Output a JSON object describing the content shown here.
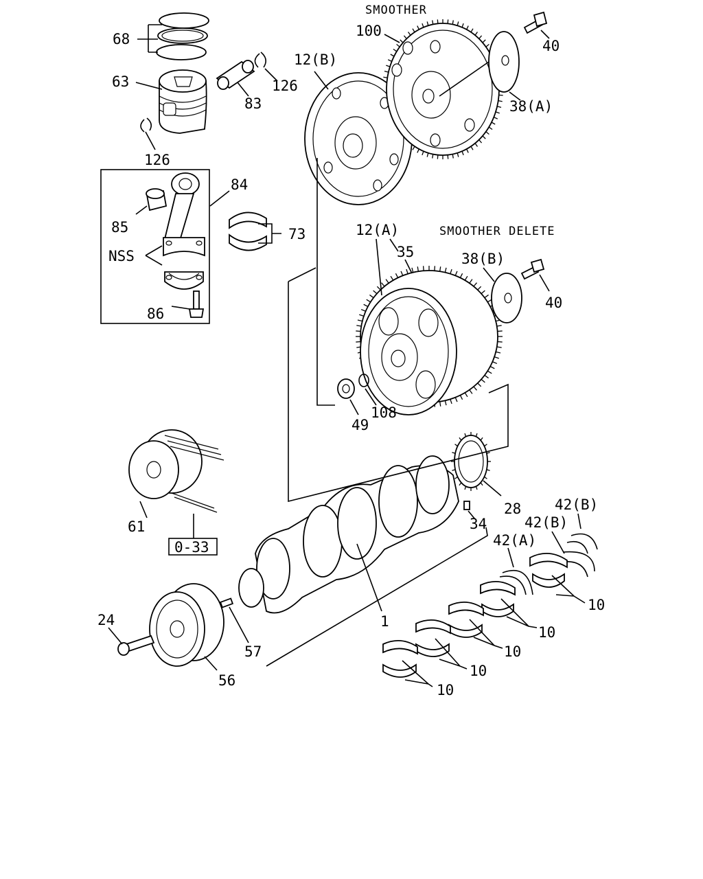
{
  "headers": {
    "smoother": "SMOOTHER",
    "smoother_delete": "SMOOTHER DELETE"
  },
  "callouts": [
    {
      "id": "c68",
      "text": "68"
    },
    {
      "id": "c63",
      "text": "63"
    },
    {
      "id": "c83",
      "text": "83"
    },
    {
      "id": "c126a",
      "text": "126"
    },
    {
      "id": "c126b",
      "text": "126"
    },
    {
      "id": "c84",
      "text": "84"
    },
    {
      "id": "c85",
      "text": "85"
    },
    {
      "id": "cnss",
      "text": "NSS"
    },
    {
      "id": "c86",
      "text": "86"
    },
    {
      "id": "c73",
      "text": "73"
    },
    {
      "id": "c100",
      "text": "100"
    },
    {
      "id": "c12b",
      "text": "12(B)"
    },
    {
      "id": "c40a",
      "text": "40"
    },
    {
      "id": "c38a",
      "text": "38(A)"
    },
    {
      "id": "c12a",
      "text": "12(A)"
    },
    {
      "id": "c35",
      "text": "35"
    },
    {
      "id": "c38b",
      "text": "38(B)"
    },
    {
      "id": "c40b",
      "text": "40"
    },
    {
      "id": "c49",
      "text": "49"
    },
    {
      "id": "c108",
      "text": "108"
    },
    {
      "id": "c28",
      "text": "28"
    },
    {
      "id": "c34",
      "text": "34"
    },
    {
      "id": "c61",
      "text": "61"
    },
    {
      "id": "c033",
      "text": "0-33"
    },
    {
      "id": "c42b1",
      "text": "42(B)"
    },
    {
      "id": "c42b2",
      "text": "42(B)"
    },
    {
      "id": "c42a",
      "text": "42(A)"
    },
    {
      "id": "c1",
      "text": "1"
    },
    {
      "id": "c24",
      "text": "24"
    },
    {
      "id": "c57",
      "text": "57"
    },
    {
      "id": "c56",
      "text": "56"
    },
    {
      "id": "c10a",
      "text": "10"
    },
    {
      "id": "c10b",
      "text": "10"
    },
    {
      "id": "c10c",
      "text": "10"
    },
    {
      "id": "c10d",
      "text": "10"
    },
    {
      "id": "c10e",
      "text": "10"
    }
  ],
  "colors": {
    "ink": "#000000",
    "paper": "#ffffff"
  }
}
